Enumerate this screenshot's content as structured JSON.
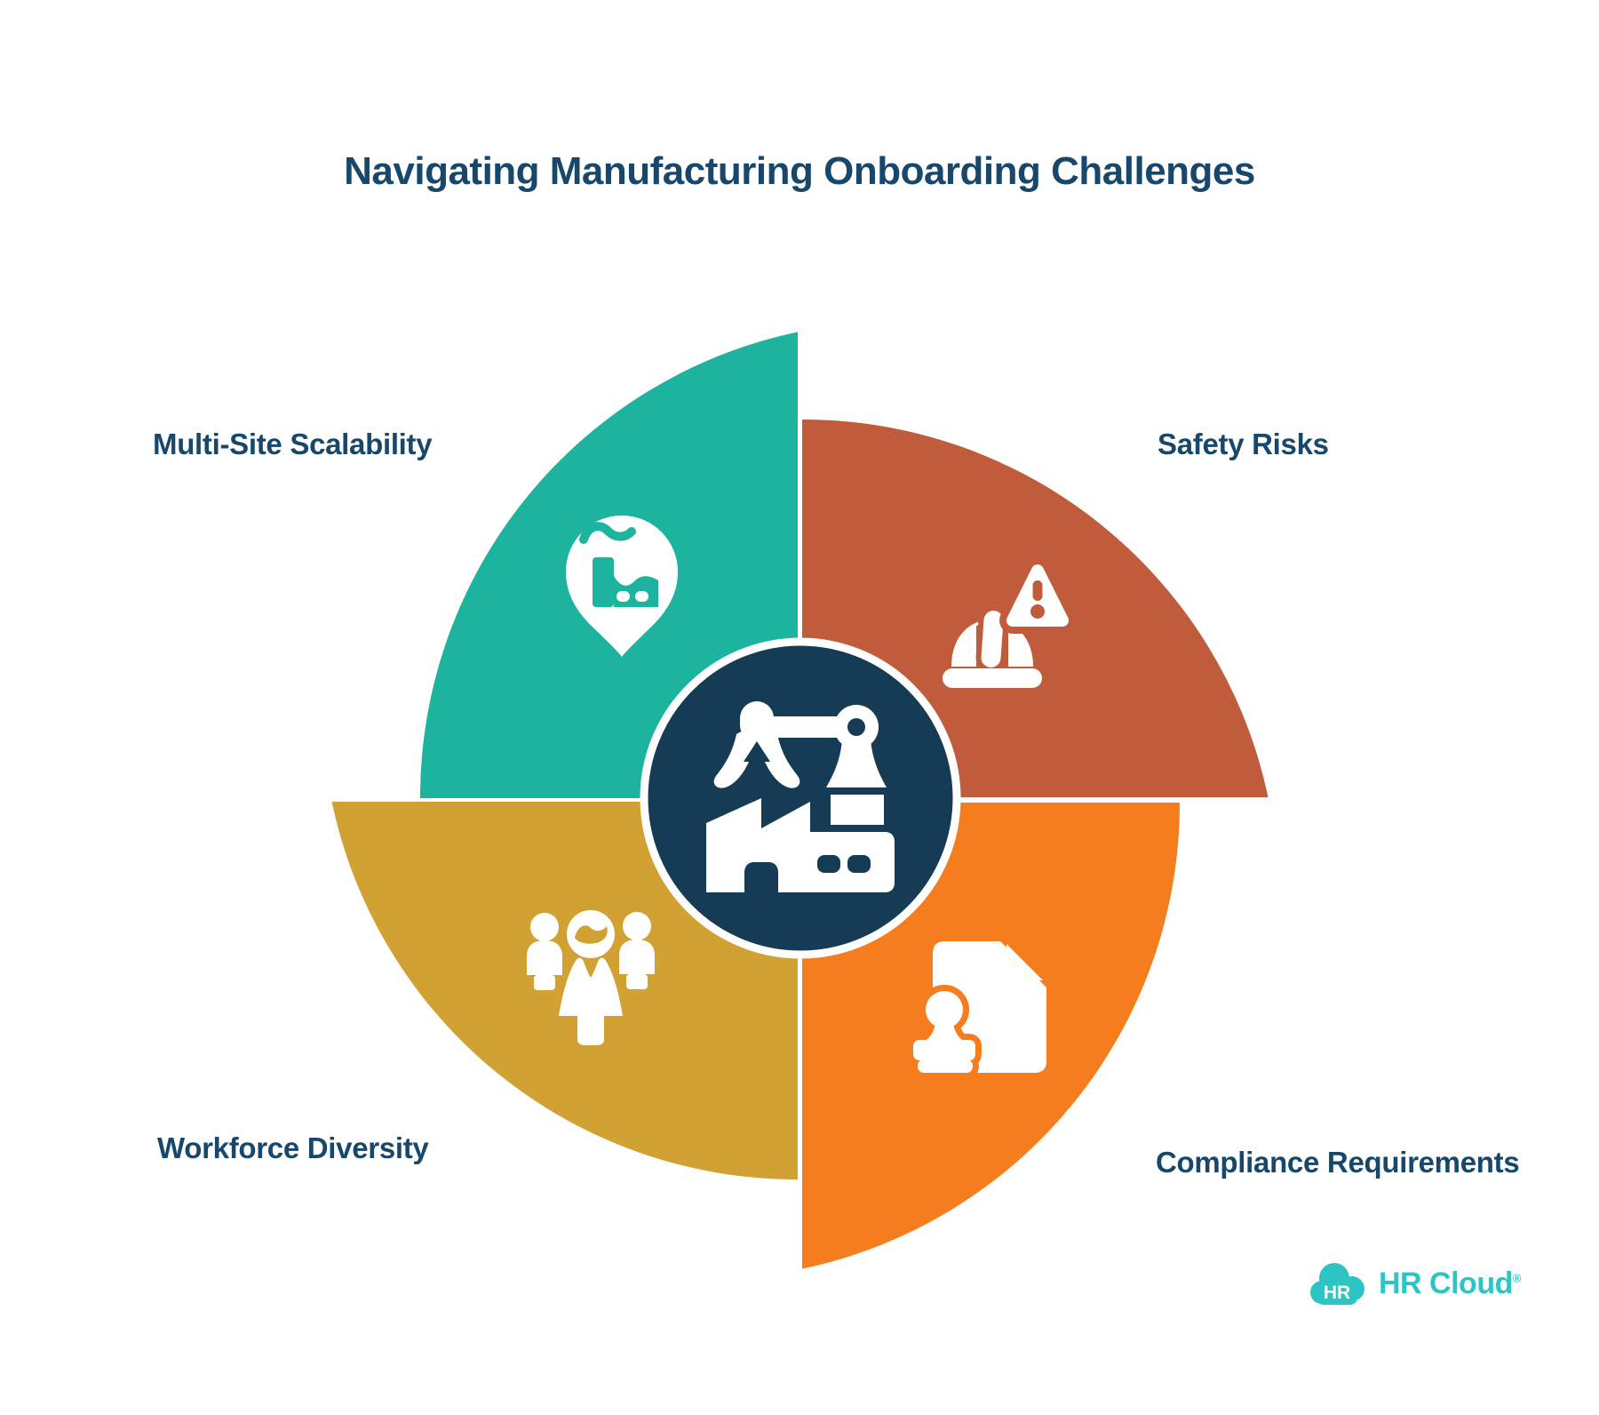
{
  "title": {
    "text": "Navigating Manufacturing Onboarding Challenges"
  },
  "colors": {
    "background": "#FFFFFF",
    "title_text": "#17476B",
    "label_text": "#17476B",
    "center_navy": "#163C55",
    "teal": "#1CB39F",
    "rust": "#C05C3B",
    "gold": "#D2A134",
    "orange": "#F67D1E",
    "logo_teal": "#2CC5C4"
  },
  "center": {
    "icon": "robotic-arm-factory-icon"
  },
  "segments": [
    {
      "label": "Multi-Site Scalability",
      "color": "#1CB39F",
      "icon": "factory-location-pin-icon",
      "position": "top-left"
    },
    {
      "label": "Safety Risks",
      "color": "#C05C3B",
      "icon": "hard-hat-warning-icon",
      "position": "top-right"
    },
    {
      "label": "Workforce Diversity",
      "color": "#D2A134",
      "icon": "diverse-workers-icon",
      "position": "bottom-left"
    },
    {
      "label": "Compliance Requirements",
      "color": "#F67D1E",
      "icon": "stamped-document-icon",
      "position": "bottom-right"
    }
  ],
  "logo": {
    "badge": "HR",
    "name": "HR Cloud",
    "registered": "®"
  }
}
